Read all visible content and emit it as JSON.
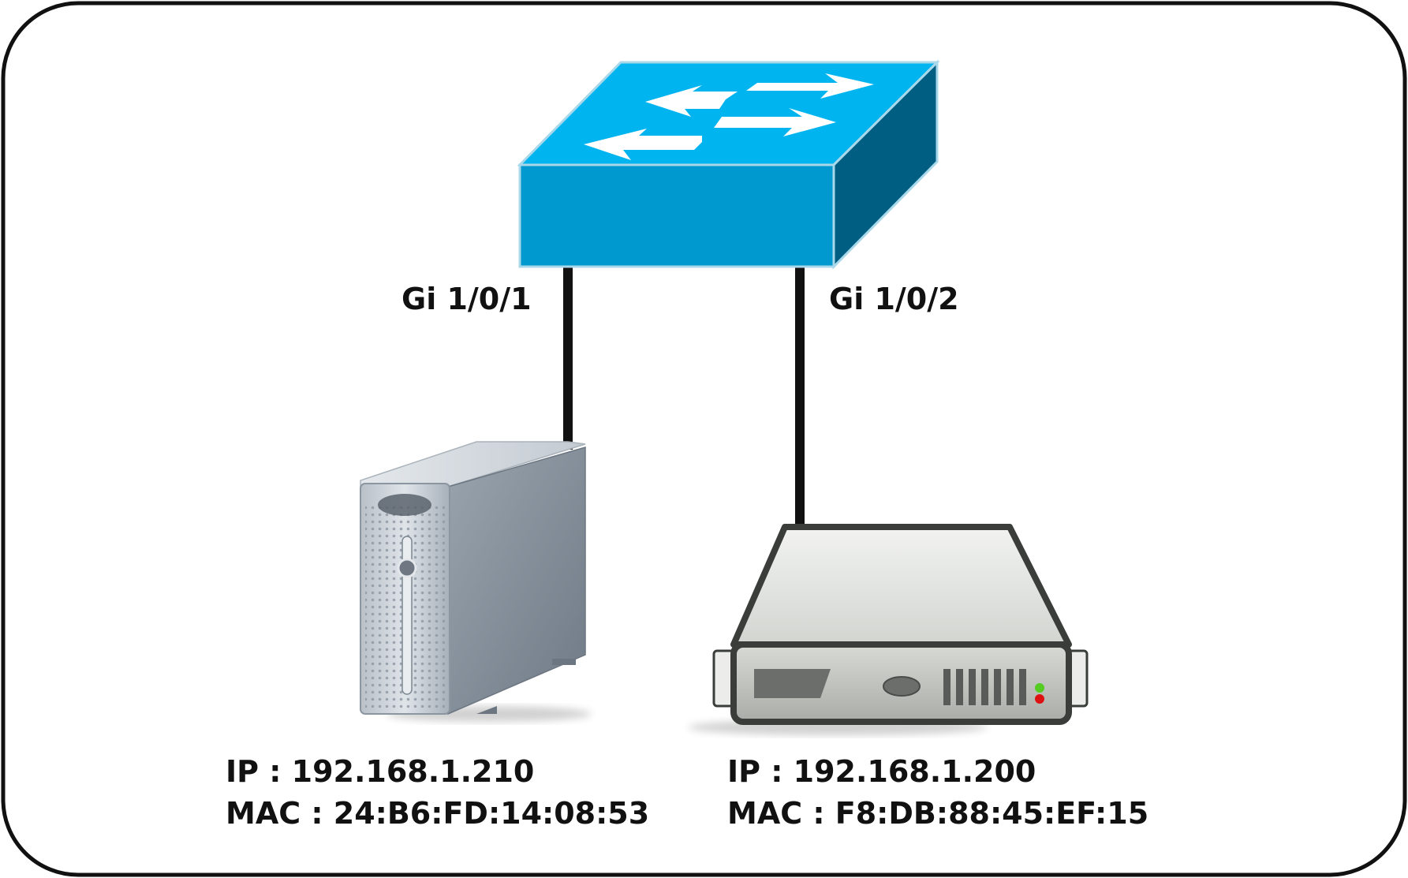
{
  "switch": {
    "ports": [
      {
        "label": "Gi 1/0/1"
      },
      {
        "label": "Gi 1/0/2"
      }
    ]
  },
  "hosts": [
    {
      "device_icon": "tower-pc-icon",
      "ip_line": "IP : 192.168.1.210",
      "mac_line": "MAC : 24:B6:FD:14:08:53"
    },
    {
      "device_icon": "rack-server-icon",
      "ip_line": "IP : 192.168.1.200",
      "mac_line": "MAC : F8:DB:88:45:EF:15"
    }
  ],
  "colors": {
    "switch_top": "#00b4ef",
    "switch_front": "#0099cf",
    "switch_side": "#005e82",
    "link": "#111111",
    "frame": "#111111",
    "tower_body": "#a2abb5",
    "server_body": "#dcdedb",
    "led_green": "#55cc22",
    "led_red": "#dd1111"
  }
}
